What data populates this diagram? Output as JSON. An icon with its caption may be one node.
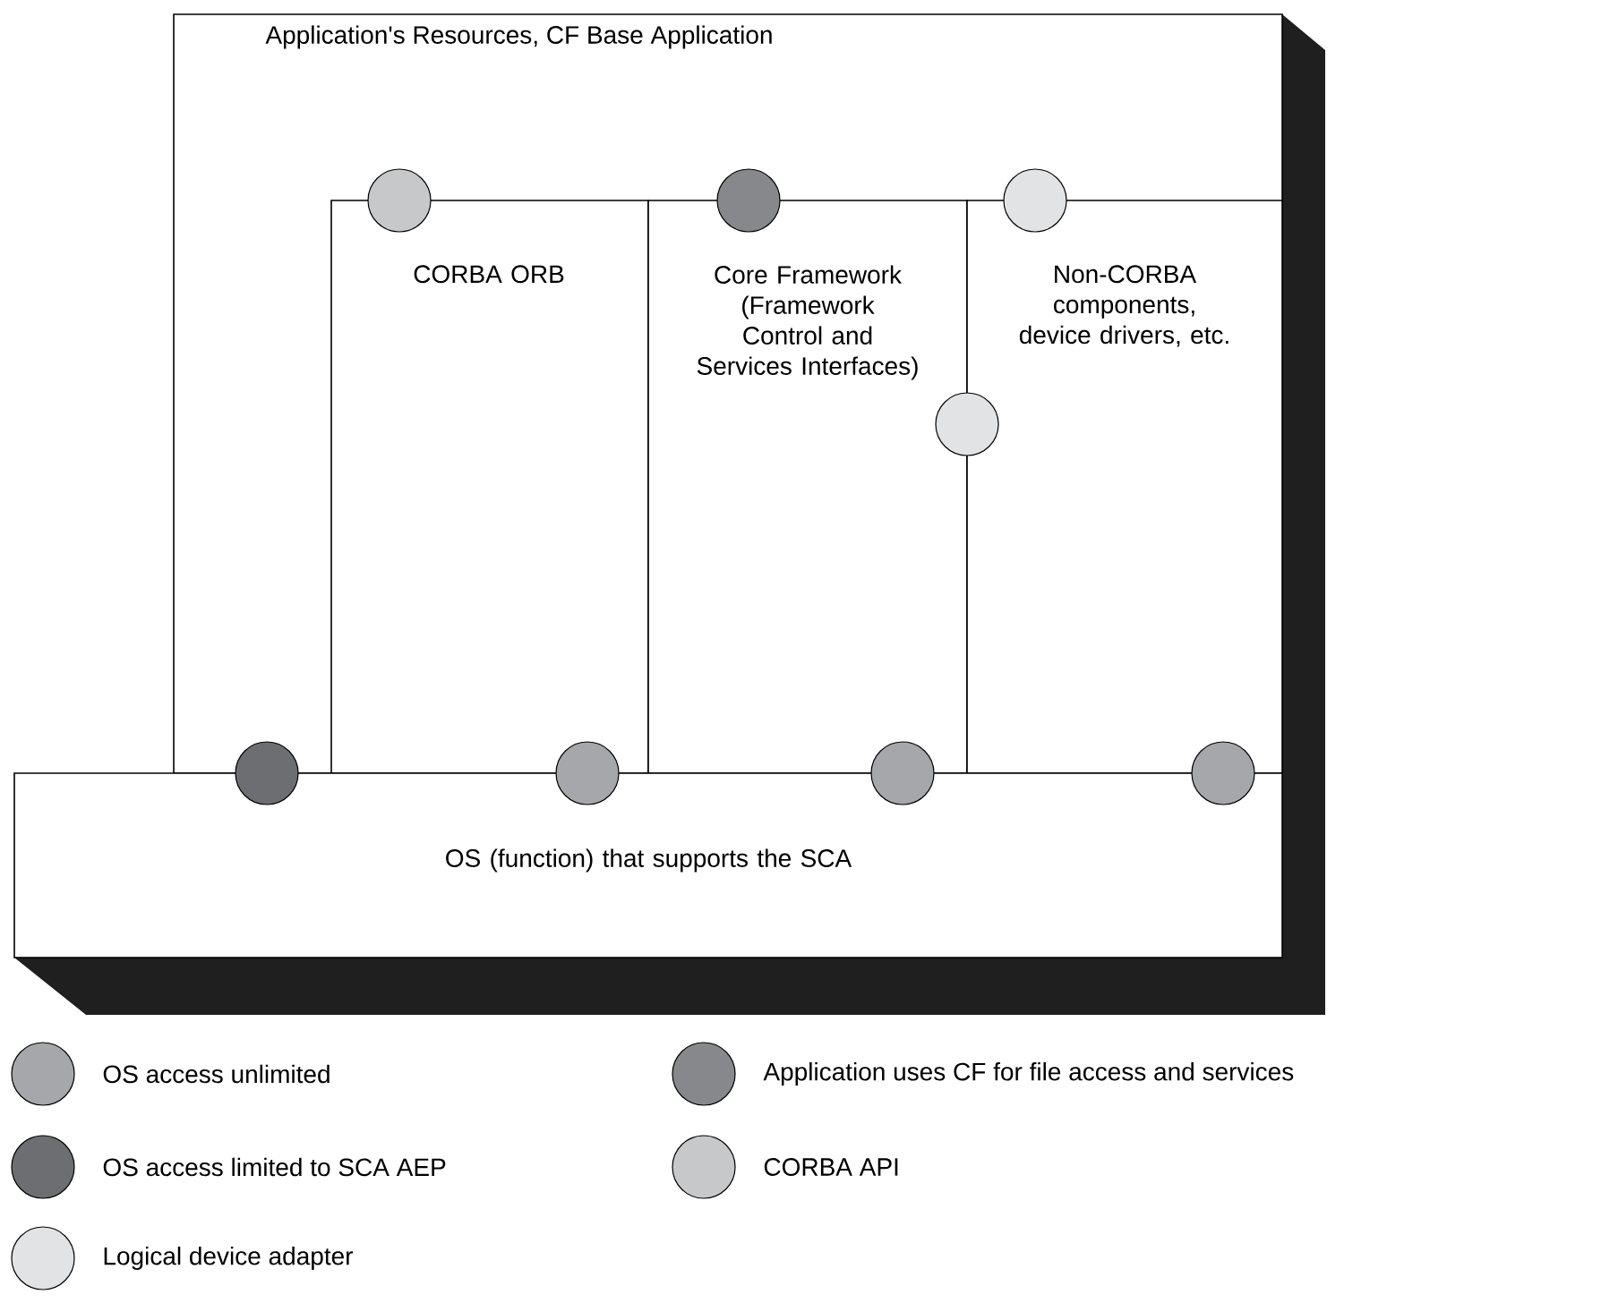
{
  "diagram": {
    "nodes": [
      {
        "text": [
          "Application's Resources, CF Base Application"
        ]
      },
      {
        "text": [
          "CORBA ORB"
        ],
        "in": 0
      },
      {
        "text": [
          "Core Framework (Framework Control and Services Interfaces)"
        ],
        "in": 0
      },
      {
        "text": [
          "Non-CORBA components, device drivers, etc."
        ],
        "in": 0
      },
      {
        "text": [
          "OS (function) that supports the SCA"
        ]
      }
    ],
    "legend": [
      {
        "text": "OS access unlimited",
        "color": "#a6a7aa"
      },
      {
        "text": "Application uses CF for file access and services",
        "color": "#87888c"
      },
      {
        "text": "OS access limited to SCA AEP",
        "color": "#6d6e72"
      },
      {
        "text": "CORBA API",
        "color": "#c7c8ca"
      },
      {
        "text": "Logical device adapter",
        "color": "#e2e3e5"
      }
    ]
  }
}
